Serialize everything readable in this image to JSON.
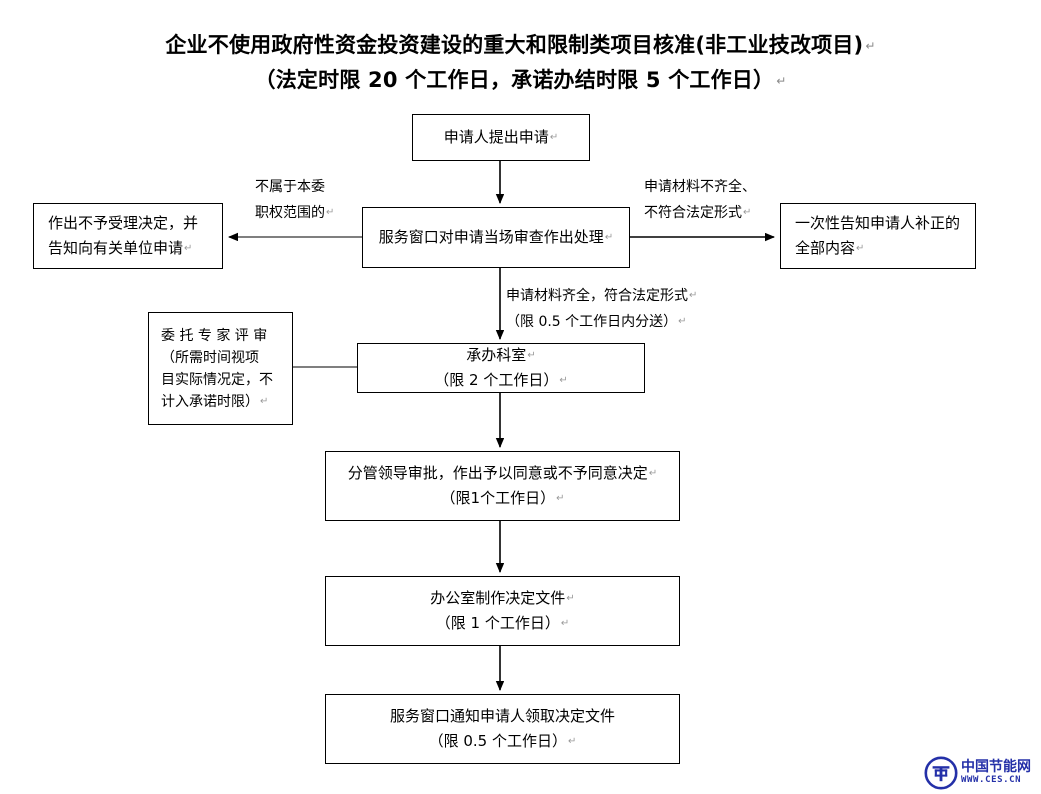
{
  "title": {
    "line1": "企业不使用政府性资金投资建设的重大和限制类项目核准(非工业技改项目)",
    "line2": "（法定时限 20 个工作日，承诺办结时限 5 个工作日）",
    "pilcrow": "↵"
  },
  "nodes": {
    "apply": {
      "line1": "申请人提出申请"
    },
    "window": {
      "line1": "服务窗口对申请当场审查作出处理"
    },
    "reject": {
      "line1": "作出不予受理决定，并",
      "line2": "告知向有关单位申请"
    },
    "supplement": {
      "line1": "一次性告知申请人补正的",
      "line2": "全部内容"
    },
    "expert": {
      "line1": "委 托 专 家 评 审",
      "line2": "（所需时间视项",
      "line3": "目实际情况定，不",
      "line4": "计入承诺时限）"
    },
    "section": {
      "line1": "承办科室",
      "line2": "（限 2 个工作日）"
    },
    "leader": {
      "line1": "分管领导审批，作出予以同意或不予同意决定",
      "line2": "（限1个工作日）"
    },
    "office": {
      "line1": "办公室制作决定文件",
      "line2": "（限 1 个工作日）"
    },
    "notify": {
      "line1": "服务窗口通知申请人领取决定文件",
      "line2": "（限 0.5 个工作日）"
    }
  },
  "edge_labels": {
    "not_jurisdiction": {
      "line1": "不属于本委",
      "line2": "职权范围的"
    },
    "incomplete": {
      "line1": "申请材料不齐全、",
      "line2": "不符合法定形式"
    },
    "complete": {
      "line1": "申请材料齐全，符合法定形式",
      "line2": "（限 0.5 个工作日内分送）"
    }
  },
  "watermark": {
    "name": "中国节能网",
    "url": "WWW.CES.CN",
    "color": "#2430a8",
    "logo_icon": "ces-circle-logo-icon"
  },
  "colors": {
    "line": "#000000",
    "text": "#000000",
    "background": "#ffffff",
    "pilcrow": "#9a9a9a",
    "connector_gray": "#555555"
  }
}
